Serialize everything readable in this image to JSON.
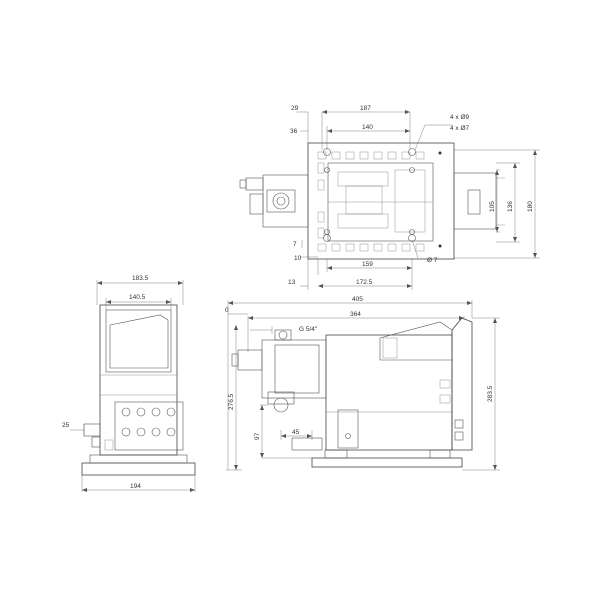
{
  "top_view": {
    "dims": {
      "d29": "29",
      "d187": "187",
      "d36": "36",
      "d140": "140",
      "holes9": "4 x Ø9",
      "holes7": "4 x Ø7",
      "d105": "105",
      "d136": "136",
      "d180": "180",
      "d7": "7",
      "d10": "10",
      "d159": "159",
      "d13": "13",
      "d172": "172.5",
      "dia7": "Ø 7"
    }
  },
  "side_view": {
    "dims": {
      "d0": "0",
      "d405": "405",
      "d364": "364",
      "thread": "G 5/4\"",
      "d276": "276.5",
      "d283": "283.5",
      "d97": "97",
      "d45": "45"
    }
  },
  "front_view": {
    "dims": {
      "d183": "183.5",
      "d140": "140.5",
      "d25": "25",
      "d194": "194"
    }
  }
}
